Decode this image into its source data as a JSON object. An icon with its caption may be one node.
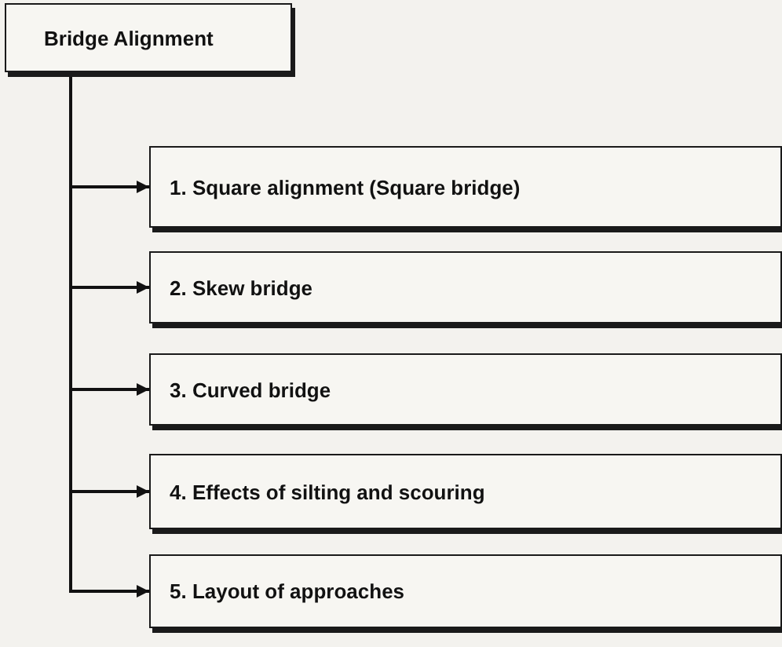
{
  "diagram": {
    "nodes": [
      {
        "text": [
          "Bridge Alignment"
        ]
      },
      {
        "text": [
          "1. Square alignment (Square bridge)"
        ]
      },
      {
        "text": [
          "2. Skew bridge"
        ]
      },
      {
        "text": [
          "3. Curved bridge"
        ]
      },
      {
        "text": [
          "4. Effects of silting and scouring"
        ]
      },
      {
        "text": [
          "5. Layout of approaches"
        ]
      }
    ],
    "edges": [
      {
        "from": 0,
        "to": 1,
        "arrow": "to"
      },
      {
        "from": 0,
        "to": 2,
        "arrow": "to"
      },
      {
        "from": 0,
        "to": 3,
        "arrow": "to"
      },
      {
        "from": 0,
        "to": 4,
        "arrow": "to"
      },
      {
        "from": 0,
        "to": 5,
        "arrow": "to"
      }
    ]
  }
}
